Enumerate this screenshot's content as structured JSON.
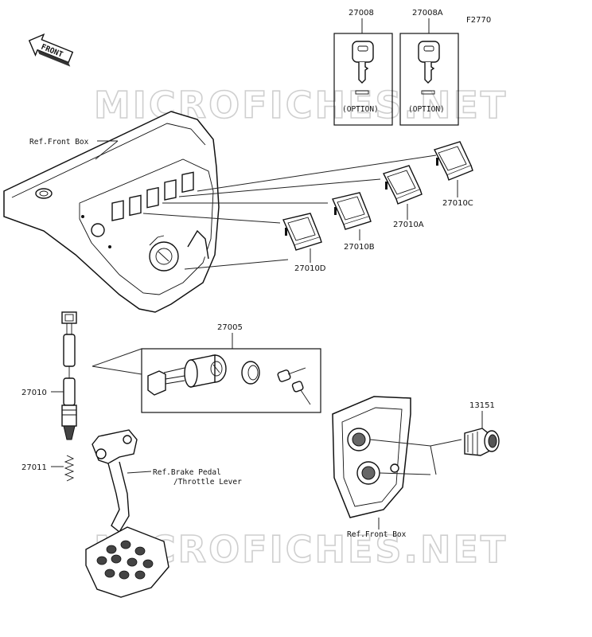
{
  "diagram": {
    "figure_code": "F2770",
    "front_arrow_label": "FRONT",
    "watermark": "MICROFICHES.NET",
    "parts": {
      "key_blank": "27008",
      "key_blank_alt": "27008A",
      "switch_a": "27010A",
      "switch_b": "27010B",
      "switch_c": "27010C",
      "switch_d": "27010D",
      "ignition_switch": "27005",
      "brake_switch": "27010",
      "spring": "27011",
      "socket": "13151"
    },
    "option_label": "(OPTION)",
    "refs": {
      "front_box_top": "Ref.Front Box",
      "front_box_bottom": "Ref.Front Box",
      "brake_pedal_line1": "Ref.Brake Pedal",
      "brake_pedal_line2": "/Throttle Lever"
    }
  }
}
